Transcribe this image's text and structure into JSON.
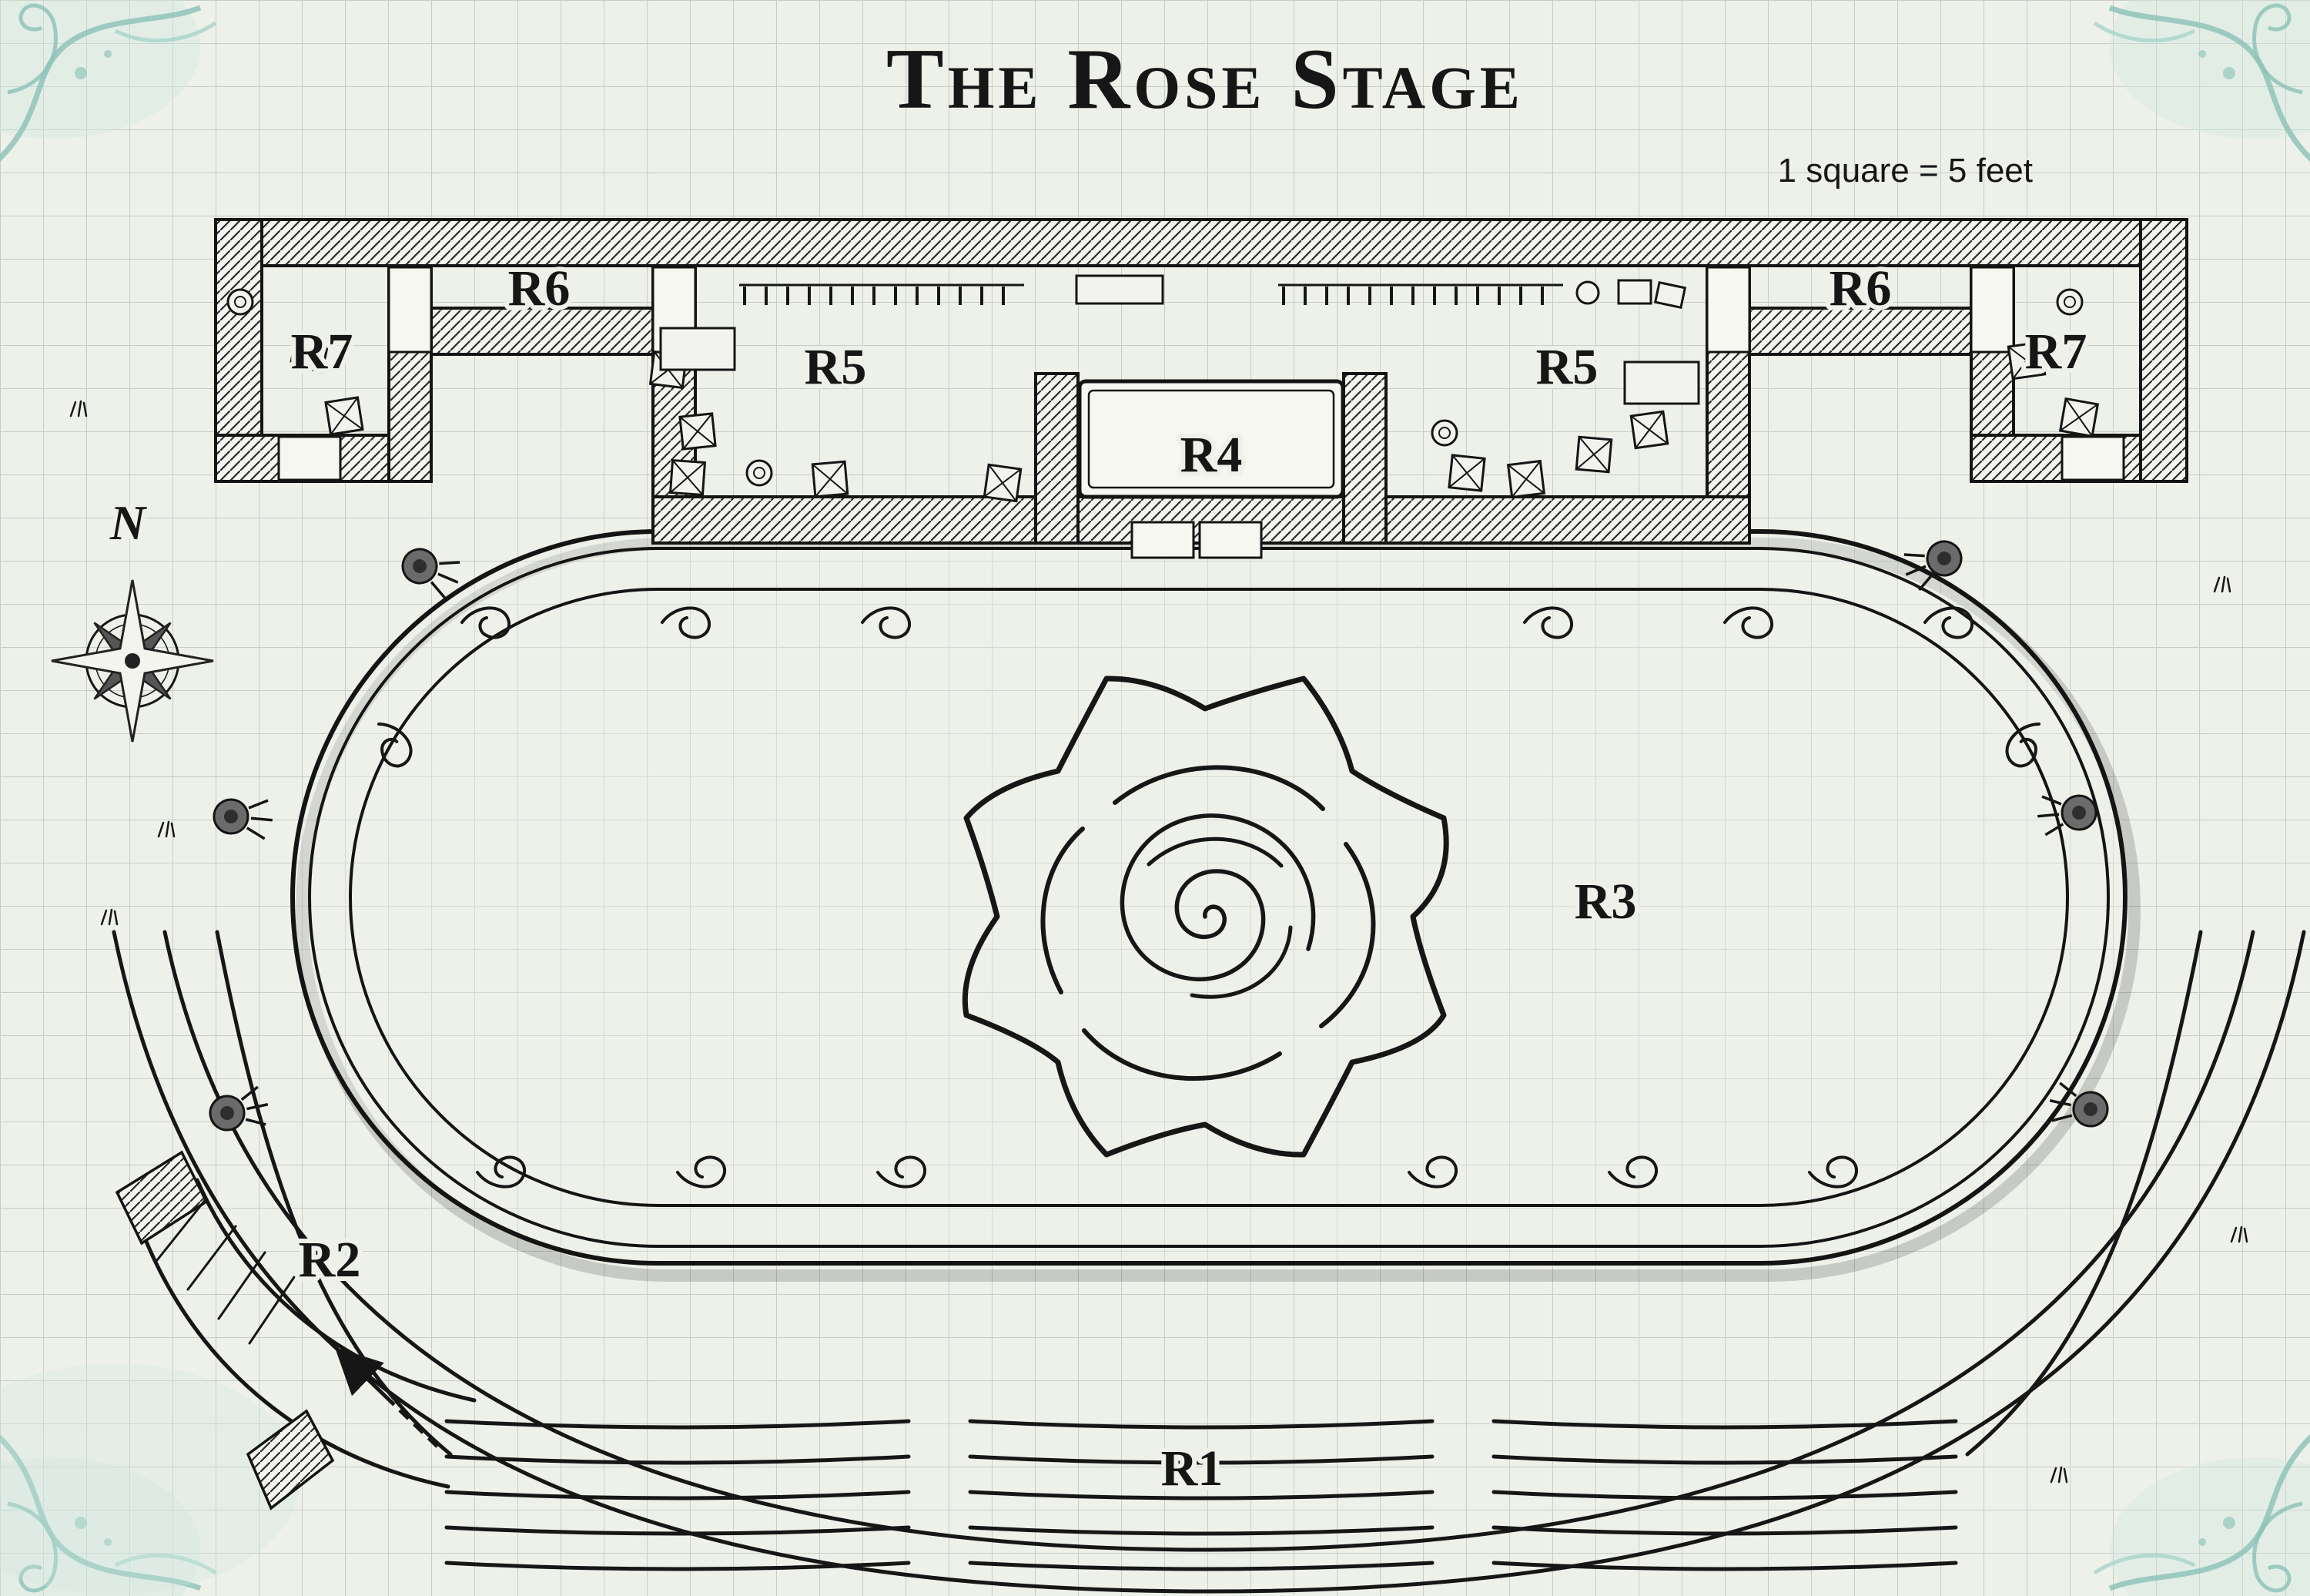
{
  "header": {
    "title": "The Rose Stage",
    "scale_note": "1 square = 5 feet"
  },
  "compass": {
    "north_label": "N"
  },
  "room_labels": {
    "r1": "R1",
    "r2": "R2",
    "r3": "R3",
    "r4": "R4",
    "r5_left": "R5",
    "r5_right": "R5",
    "r6_left": "R6",
    "r6_right": "R6",
    "r7_left": "R7",
    "r7_right": "R7"
  },
  "icons": [
    "compass-rose-icon",
    "stage-light-icon",
    "crate-icon",
    "barrel-icon",
    "door-icon",
    "costume-rack-icon",
    "rose-illustration",
    "wave-curl-icon",
    "entry-arrow-icon",
    "grass-tuft-icon"
  ],
  "colors": {
    "paper": "#eef0ea",
    "ink": "#161616",
    "grid_line": "#c7cec6",
    "watercolor_teal": "#cfe8e1"
  }
}
